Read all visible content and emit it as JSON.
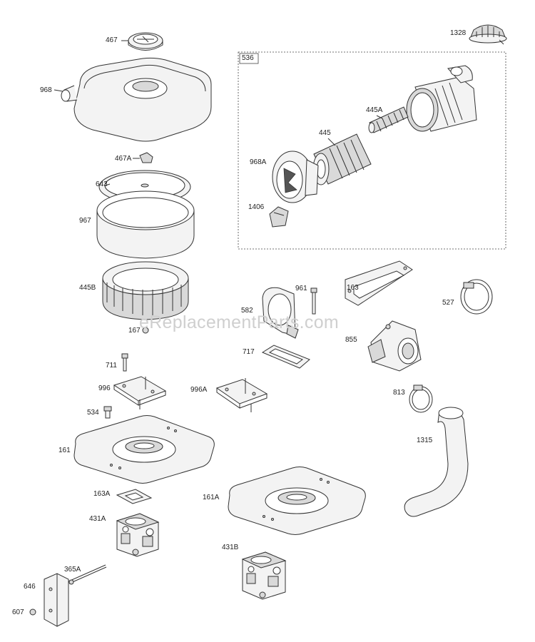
{
  "watermark": "eReplacementParts.com",
  "inset_label": "536",
  "labels": {
    "l467": "467",
    "l968": "968",
    "l467A": "467A",
    "l643": "643",
    "l967": "967",
    "l445B": "445B",
    "l167": "167",
    "l711": "711",
    "l996": "996",
    "l534": "534",
    "l161": "161",
    "l163A": "163A",
    "l431A": "431A",
    "l365A": "365A",
    "l646": "646",
    "l607": "607",
    "l1328": "1328",
    "l445A": "445A",
    "l445": "445",
    "l968A": "968A",
    "l1406": "1406",
    "l961": "961",
    "l163": "163",
    "l527": "527",
    "l582": "582",
    "l855": "855",
    "l717": "717",
    "l996A": "996A",
    "l813": "813",
    "l1315": "1315",
    "l161A": "161A",
    "l431B": "431B"
  }
}
